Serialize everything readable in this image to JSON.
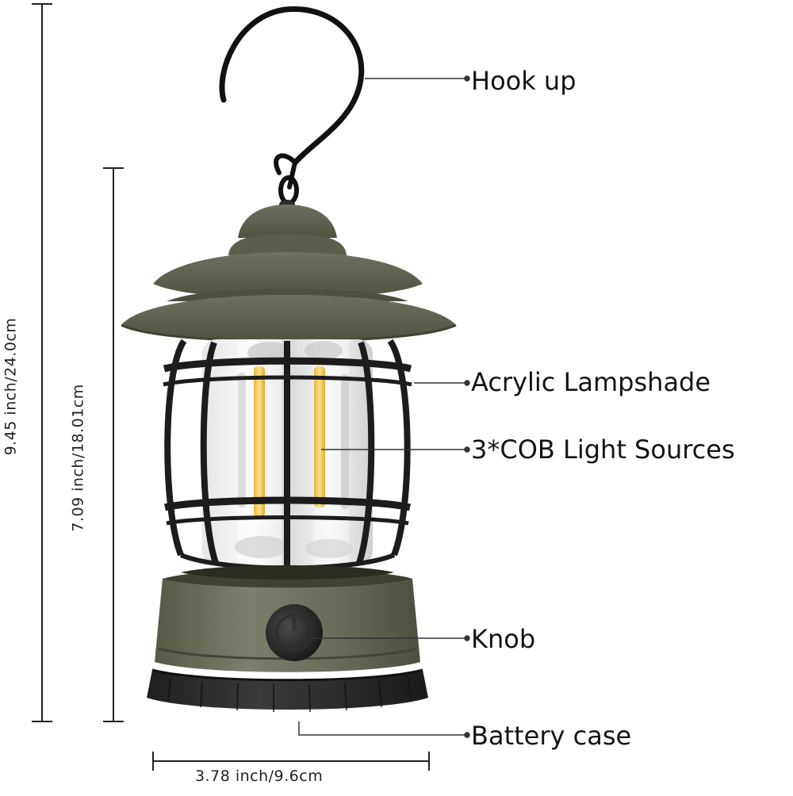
{
  "callouts": {
    "hook": "Hook up",
    "lampshade": "Acrylic Lampshade",
    "light_sources": "3*COB Light Sources",
    "knob": "Knob",
    "battery": "Battery case"
  },
  "dimensions": {
    "total_height": "9.45 inch/24.0cm",
    "body_height": "7.09 inch/18.01cm",
    "width": "3.78 inch/9.6cm"
  },
  "colors": {
    "lantern_body": "#5f6452",
    "lantern_body_light": "#7a7f6c",
    "cage": "#1c1c1c",
    "base": "#2a2a2a",
    "cob_glow": "#f2c94c",
    "dimension_line": "#222222"
  }
}
